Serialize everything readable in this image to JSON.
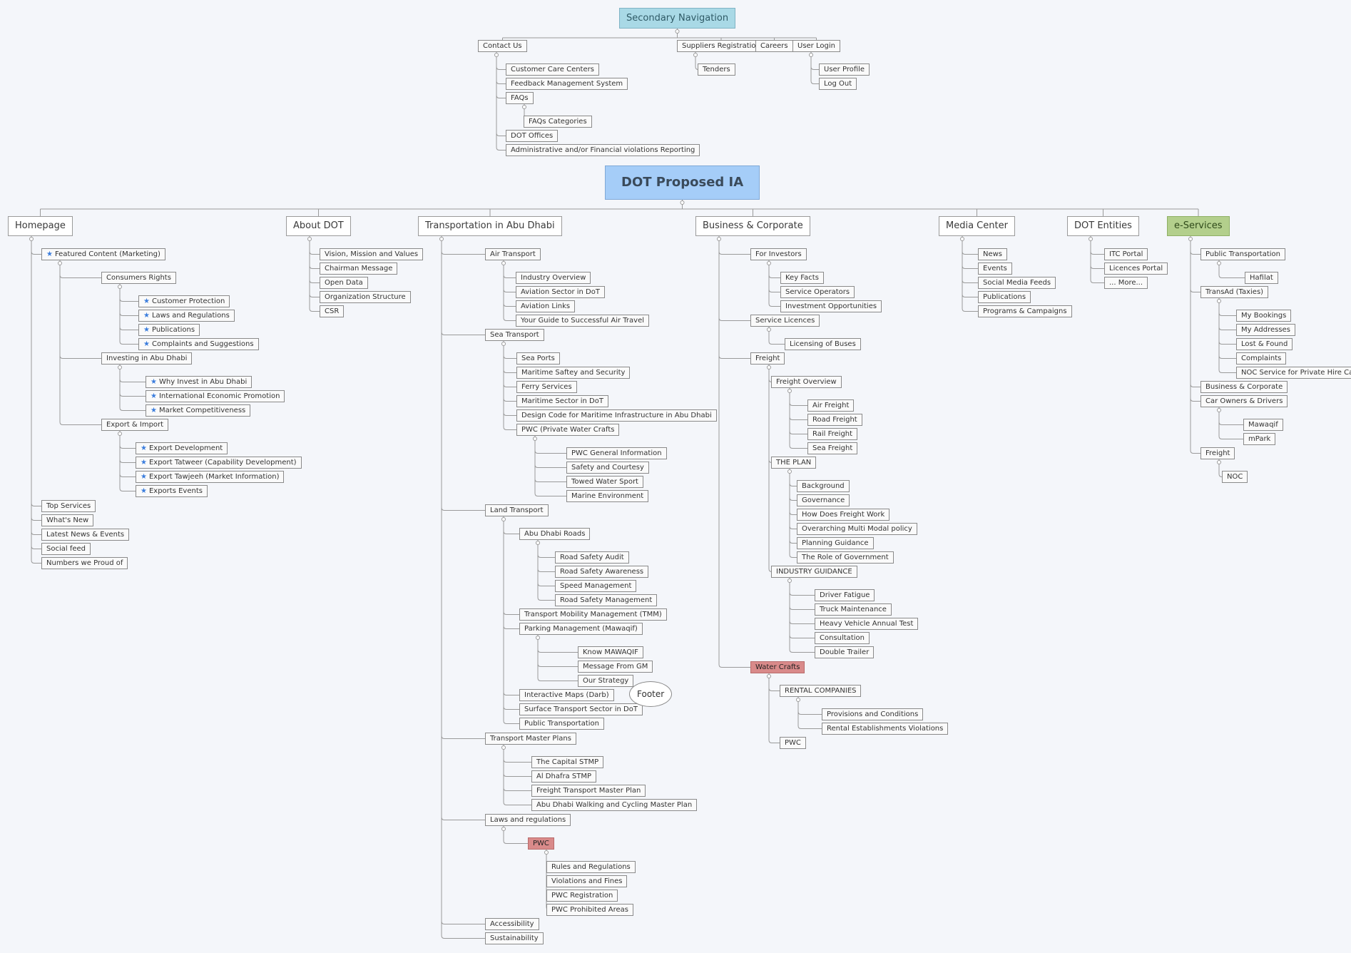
{
  "colors": {
    "background": "#f4f6fa",
    "root_fill": "#a5cdf8",
    "secondary_root_fill": "#a9d9e6",
    "highlight_fill": "#d98a8a",
    "eservices_fill": "#b3cf8c",
    "star_icon": "#3b7ddd",
    "connector": "#9a9a9a"
  },
  "nodes": [
    {
      "id": "sec",
      "label": "Secondary Navigation",
      "level": "secroot"
    },
    {
      "id": "sec_contact",
      "label": "Contact Us",
      "parent": "sec"
    },
    {
      "id": "sec_ccc",
      "label": "Customer Care Centers",
      "parent": "sec_contact"
    },
    {
      "id": "sec_fms",
      "label": "Feedback Management System",
      "parent": "sec_contact"
    },
    {
      "id": "sec_faqs",
      "label": "FAQs",
      "parent": "sec_contact"
    },
    {
      "id": "sec_faqcat",
      "label": "FAQs Categories",
      "parent": "sec_faqs"
    },
    {
      "id": "sec_offices",
      "label": "DOT Offices",
      "parent": "sec_contact"
    },
    {
      "id": "sec_admin",
      "label": "Administrative and/or Financial violations Reporting",
      "parent": "sec_contact"
    },
    {
      "id": "sec_supp",
      "label": "Suppliers Registration",
      "parent": "sec"
    },
    {
      "id": "sec_tenders",
      "label": "Tenders",
      "parent": "sec_supp"
    },
    {
      "id": "sec_careers",
      "label": "Careers",
      "parent": "sec"
    },
    {
      "id": "sec_login",
      "label": "User Login",
      "parent": "sec"
    },
    {
      "id": "sec_profile",
      "label": "User Profile",
      "parent": "sec_login"
    },
    {
      "id": "sec_logout",
      "label": "Log Out",
      "parent": "sec_login"
    },
    {
      "id": "root",
      "label": "DOT Proposed IA",
      "level": "root"
    },
    {
      "id": "home",
      "label": "Homepage",
      "parent": "root",
      "level": "l1"
    },
    {
      "id": "h_feat",
      "label": "Featured Content (Marketing)",
      "parent": "home",
      "star": true
    },
    {
      "id": "h_cons",
      "label": "Consumers Rights",
      "parent": "h_feat"
    },
    {
      "id": "h_cp",
      "label": "Customer Protection",
      "parent": "h_cons",
      "star": true
    },
    {
      "id": "h_lr",
      "label": "Laws and Regulations",
      "parent": "h_cons",
      "star": true
    },
    {
      "id": "h_pub",
      "label": "Publications",
      "parent": "h_cons",
      "star": true
    },
    {
      "id": "h_cs",
      "label": "Complaints and Suggestions",
      "parent": "h_cons",
      "star": true
    },
    {
      "id": "h_inv",
      "label": "Investing in Abu Dhabi",
      "parent": "h_feat"
    },
    {
      "id": "h_why",
      "label": "Why Invest in Abu Dhabi",
      "parent": "h_inv",
      "star": true
    },
    {
      "id": "h_iep",
      "label": "International Economic Promotion",
      "parent": "h_inv",
      "star": true
    },
    {
      "id": "h_mc",
      "label": "Market Competitiveness",
      "parent": "h_inv",
      "star": true
    },
    {
      "id": "h_exp",
      "label": "Export & Import",
      "parent": "h_feat"
    },
    {
      "id": "h_ed",
      "label": "Export Development",
      "parent": "h_exp",
      "star": true
    },
    {
      "id": "h_et",
      "label": "Export Tatweer (Capability Development)",
      "parent": "h_exp",
      "star": true
    },
    {
      "id": "h_etj",
      "label": "Export Tawjeeh (Market Information)",
      "parent": "h_exp",
      "star": true
    },
    {
      "id": "h_ee",
      "label": "Exports Events",
      "parent": "h_exp",
      "star": true
    },
    {
      "id": "h_top",
      "label": "Top Services",
      "parent": "home"
    },
    {
      "id": "h_new",
      "label": "What's New",
      "parent": "home"
    },
    {
      "id": "h_news",
      "label": "Latest News & Events",
      "parent": "home"
    },
    {
      "id": "h_social",
      "label": "Social feed",
      "parent": "home"
    },
    {
      "id": "h_proud",
      "label": "Numbers we Proud of",
      "parent": "home"
    },
    {
      "id": "about",
      "label": "About DOT",
      "parent": "root",
      "level": "l1"
    },
    {
      "id": "a_vis",
      "label": "Vision, Mission and Values",
      "parent": "about"
    },
    {
      "id": "a_chair",
      "label": "Chairman Message",
      "parent": "about"
    },
    {
      "id": "a_open",
      "label": "Open Data",
      "parent": "about"
    },
    {
      "id": "a_org",
      "label": "Organization Structure",
      "parent": "about"
    },
    {
      "id": "a_csr",
      "label": "CSR",
      "parent": "about"
    },
    {
      "id": "trans",
      "label": "Transportation in Abu Dhabi",
      "parent": "root",
      "level": "l1"
    },
    {
      "id": "t_air",
      "label": "Air Transport",
      "parent": "trans"
    },
    {
      "id": "t_air1",
      "label": "Industry Overview",
      "parent": "t_air"
    },
    {
      "id": "t_air2",
      "label": "Aviation Sector in DoT",
      "parent": "t_air"
    },
    {
      "id": "t_air3",
      "label": "Aviation Links",
      "parent": "t_air"
    },
    {
      "id": "t_air4",
      "label": "Your Guide to Successful Air Travel",
      "parent": "t_air"
    },
    {
      "id": "t_sea",
      "label": "Sea Transport",
      "parent": "trans"
    },
    {
      "id": "t_sea1",
      "label": "Sea Ports",
      "parent": "t_sea"
    },
    {
      "id": "t_sea2",
      "label": "Maritime Saftey and Security",
      "parent": "t_sea"
    },
    {
      "id": "t_sea3",
      "label": "Ferry Services",
      "parent": "t_sea"
    },
    {
      "id": "t_sea4",
      "label": "Maritime Sector in DoT",
      "parent": "t_sea"
    },
    {
      "id": "t_sea5",
      "label": "Design Code for Maritime Infrastructure in Abu Dhabi",
      "parent": "t_sea"
    },
    {
      "id": "t_pwc",
      "label": "PWC (Private Water Crafts",
      "parent": "t_sea"
    },
    {
      "id": "t_pwc1",
      "label": "PWC General Information",
      "parent": "t_pwc"
    },
    {
      "id": "t_pwc2",
      "label": "Safety and Courtesy",
      "parent": "t_pwc"
    },
    {
      "id": "t_pwc3",
      "label": "Towed Water Sport",
      "parent": "t_pwc"
    },
    {
      "id": "t_pwc4",
      "label": "Marine Environment",
      "parent": "t_pwc"
    },
    {
      "id": "t_land",
      "label": "Land Transport",
      "parent": "trans"
    },
    {
      "id": "t_adr",
      "label": "Abu Dhabi Roads",
      "parent": "t_land"
    },
    {
      "id": "t_adr1",
      "label": "Road Safety Audit",
      "parent": "t_adr"
    },
    {
      "id": "t_adr2",
      "label": "Road Safety Awareness",
      "parent": "t_adr"
    },
    {
      "id": "t_adr3",
      "label": "Speed Management",
      "parent": "t_adr"
    },
    {
      "id": "t_adr4",
      "label": "Road Safety Management",
      "parent": "t_adr"
    },
    {
      "id": "t_tmm",
      "label": "Transport Mobility Management (TMM)",
      "parent": "t_land"
    },
    {
      "id": "t_park",
      "label": "Parking Management (Mawaqif)",
      "parent": "t_land"
    },
    {
      "id": "t_park1",
      "label": "Know MAWAQIF",
      "parent": "t_park"
    },
    {
      "id": "t_park2",
      "label": "Message From GM",
      "parent": "t_park"
    },
    {
      "id": "t_park3",
      "label": "Our Strategy",
      "parent": "t_park"
    },
    {
      "id": "t_maps",
      "label": "Interactive Maps (Darb)",
      "parent": "t_land"
    },
    {
      "id": "t_surf",
      "label": "Surface Transport Sector in DoT",
      "parent": "t_land"
    },
    {
      "id": "t_pt",
      "label": "Public Transportation",
      "parent": "t_land"
    },
    {
      "id": "t_tmp",
      "label": "Transport Master Plans",
      "parent": "trans"
    },
    {
      "id": "t_tmp1",
      "label": "The Capital STMP",
      "parent": "t_tmp"
    },
    {
      "id": "t_tmp2",
      "label": "Al Dhafra STMP",
      "parent": "t_tmp"
    },
    {
      "id": "t_tmp3",
      "label": "Freight Transport Master Plan",
      "parent": "t_tmp"
    },
    {
      "id": "t_tmp4",
      "label": "Abu Dhabi Walking and Cycling Master Plan",
      "parent": "t_tmp"
    },
    {
      "id": "t_laws",
      "label": "Laws and regulations",
      "parent": "trans"
    },
    {
      "id": "t_lpwc",
      "label": "PWC",
      "parent": "t_laws",
      "highlight": true
    },
    {
      "id": "t_lpwc1",
      "label": "Rules and Regulations",
      "parent": "t_lpwc"
    },
    {
      "id": "t_lpwc2",
      "label": "Violations and Fines",
      "parent": "t_lpwc"
    },
    {
      "id": "t_lpwc3",
      "label": "PWC Registration",
      "parent": "t_lpwc"
    },
    {
      "id": "t_lpwc4",
      "label": "PWC Prohibited Areas",
      "parent": "t_lpwc"
    },
    {
      "id": "t_acc",
      "label": "Accessibility",
      "parent": "trans"
    },
    {
      "id": "t_sus",
      "label": "Sustainability",
      "parent": "trans"
    },
    {
      "id": "biz",
      "label": "Business & Corporate",
      "parent": "root",
      "level": "l1"
    },
    {
      "id": "b_inv",
      "label": "For Investors",
      "parent": "biz"
    },
    {
      "id": "b_kf",
      "label": "Key Facts",
      "parent": "b_inv"
    },
    {
      "id": "b_so",
      "label": "Service Operators",
      "parent": "b_inv"
    },
    {
      "id": "b_io",
      "label": "Investment Opportunities",
      "parent": "b_inv"
    },
    {
      "id": "b_sl",
      "label": "Service Licences",
      "parent": "biz"
    },
    {
      "id": "b_lob",
      "label": "Licensing of Buses",
      "parent": "b_sl"
    },
    {
      "id": "b_fr",
      "label": "Freight",
      "parent": "biz"
    },
    {
      "id": "b_fo",
      "label": "Freight Overview",
      "parent": "b_fr"
    },
    {
      "id": "b_fo1",
      "label": "Air Freight",
      "parent": "b_fo"
    },
    {
      "id": "b_fo2",
      "label": "Road Freight",
      "parent": "b_fo"
    },
    {
      "id": "b_fo3",
      "label": "Rail Freight",
      "parent": "b_fo"
    },
    {
      "id": "b_fo4",
      "label": "Sea Freight",
      "parent": "b_fo"
    },
    {
      "id": "b_plan",
      "label": "THE PLAN",
      "parent": "b_fr"
    },
    {
      "id": "b_plan1",
      "label": "Background",
      "parent": "b_plan"
    },
    {
      "id": "b_plan2",
      "label": "Governance",
      "parent": "b_plan"
    },
    {
      "id": "b_plan3",
      "label": "How Does Freight Work",
      "parent": "b_plan"
    },
    {
      "id": "b_plan4",
      "label": "Overarching Multi Modal policy",
      "parent": "b_plan"
    },
    {
      "id": "b_plan5",
      "label": "Planning Guidance",
      "parent": "b_plan"
    },
    {
      "id": "b_plan6",
      "label": "The Role of Government",
      "parent": "b_plan"
    },
    {
      "id": "b_ig",
      "label": "INDUSTRY GUIDANCE",
      "parent": "b_fr"
    },
    {
      "id": "b_ig1",
      "label": "Driver Fatigue",
      "parent": "b_ig"
    },
    {
      "id": "b_ig2",
      "label": "Truck Maintenance",
      "parent": "b_ig"
    },
    {
      "id": "b_ig3",
      "label": "Heavy Vehicle Annual Test",
      "parent": "b_ig"
    },
    {
      "id": "b_ig4",
      "label": "Consultation",
      "parent": "b_ig"
    },
    {
      "id": "b_ig5",
      "label": "Double Trailer",
      "parent": "b_ig"
    },
    {
      "id": "b_wc",
      "label": "Water Crafts",
      "parent": "biz",
      "highlight": true
    },
    {
      "id": "b_rc",
      "label": "RENTAL COMPANIES",
      "parent": "b_wc"
    },
    {
      "id": "b_rc1",
      "label": "Provisions and Conditions",
      "parent": "b_rc"
    },
    {
      "id": "b_rc2",
      "label": "Rental Establishments Violations",
      "parent": "b_rc"
    },
    {
      "id": "b_pwc",
      "label": "PWC",
      "parent": "b_wc"
    },
    {
      "id": "media",
      "label": "Media Center",
      "parent": "root",
      "level": "l1"
    },
    {
      "id": "m_news",
      "label": "News",
      "parent": "media"
    },
    {
      "id": "m_events",
      "label": "Events",
      "parent": "media"
    },
    {
      "id": "m_smf",
      "label": "Social Media Feeds",
      "parent": "media"
    },
    {
      "id": "m_pub",
      "label": "Publications",
      "parent": "media"
    },
    {
      "id": "m_pc",
      "label": "Programs & Campaigns",
      "parent": "media"
    },
    {
      "id": "ent",
      "label": "DOT Entities",
      "parent": "root",
      "level": "l1"
    },
    {
      "id": "e_itc",
      "label": "ITC Portal",
      "parent": "ent"
    },
    {
      "id": "e_lic",
      "label": "Licences Portal",
      "parent": "ent"
    },
    {
      "id": "e_more",
      "label": "... More...",
      "parent": "ent"
    },
    {
      "id": "es",
      "label": "e-Services",
      "parent": "root",
      "level": "l1",
      "green": true
    },
    {
      "id": "es_pt",
      "label": "Public Transportation",
      "parent": "es"
    },
    {
      "id": "es_haf",
      "label": "Hafilat",
      "parent": "es_pt"
    },
    {
      "id": "es_ta",
      "label": "TransAd (Taxies)",
      "parent": "es"
    },
    {
      "id": "es_ta1",
      "label": "My Bookings",
      "parent": "es_ta"
    },
    {
      "id": "es_ta2",
      "label": "My Addresses",
      "parent": "es_ta"
    },
    {
      "id": "es_ta3",
      "label": "Lost & Found",
      "parent": "es_ta"
    },
    {
      "id": "es_ta4",
      "label": "Complaints",
      "parent": "es_ta"
    },
    {
      "id": "es_ta5",
      "label": "NOC Service for Private Hire Car",
      "parent": "es_ta"
    },
    {
      "id": "es_bc",
      "label": "Business & Corporate",
      "parent": "es"
    },
    {
      "id": "es_cod",
      "label": "Car Owners & Drivers",
      "parent": "es"
    },
    {
      "id": "es_maw",
      "label": "Mawaqif",
      "parent": "es_cod"
    },
    {
      "id": "es_mpark",
      "label": "mPark",
      "parent": "es_cod"
    },
    {
      "id": "es_fr",
      "label": "Freight",
      "parent": "es"
    },
    {
      "id": "es_noc",
      "label": "NOC",
      "parent": "es_fr"
    },
    {
      "id": "footer",
      "label": "Footer",
      "level": "ellipse"
    }
  ]
}
